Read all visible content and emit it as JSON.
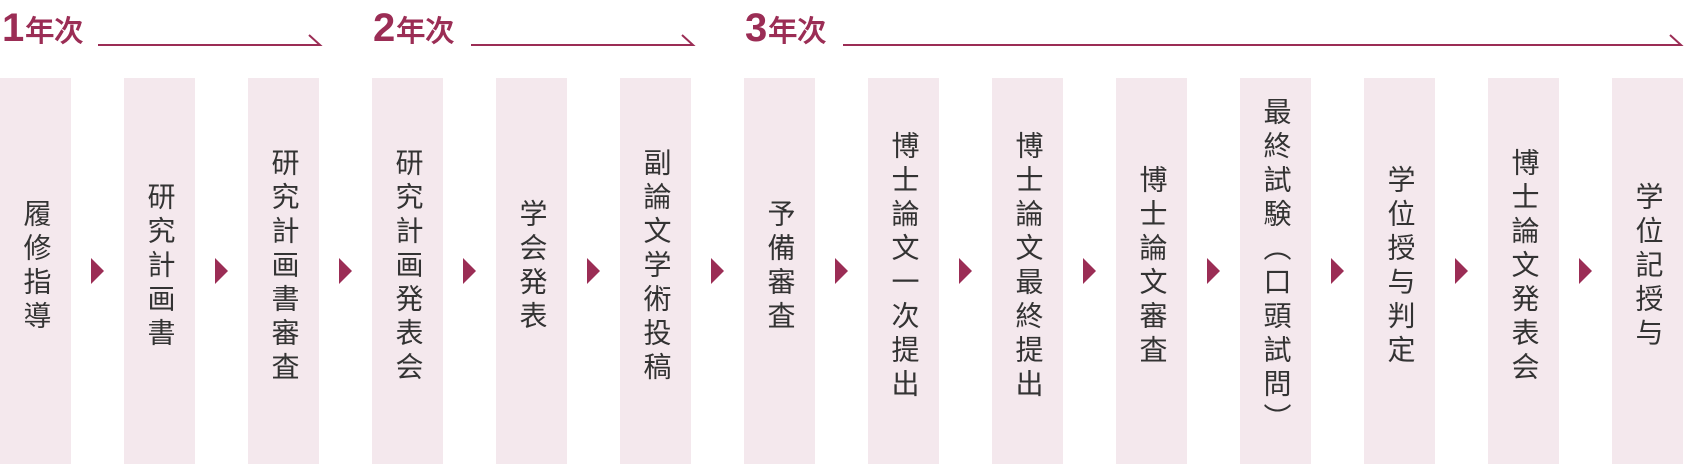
{
  "colors": {
    "accent": "#9b2d55",
    "box": "#f4e8ed",
    "text": "#333333",
    "line": "#9b2d55"
  },
  "years": [
    {
      "num": "1",
      "suffix": "年次"
    },
    {
      "num": "2",
      "suffix": "年次"
    },
    {
      "num": "3",
      "suffix": "年次"
    }
  ],
  "steps": [
    "履修指導",
    "研究計画書",
    "研究計画書審査",
    "研究計画発表会",
    "学会発表",
    "副論文学術投稿",
    "予備審査",
    "博士論文一次提出",
    "博士論文最終提出",
    "博士論文審査",
    "最終試験（口頭試問）",
    "学位授与判定",
    "博士論文発表会",
    "学位記授与"
  ]
}
